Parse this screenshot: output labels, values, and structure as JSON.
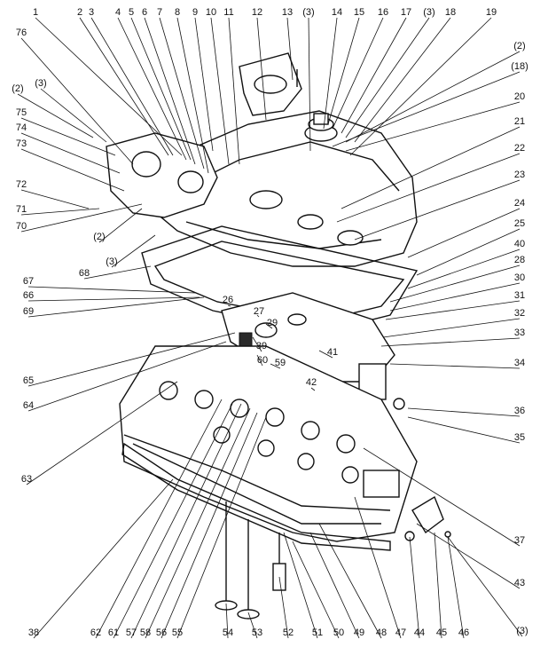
{
  "labels": {
    "top": [
      "1",
      "2",
      "3",
      "4",
      "5",
      "6",
      "7",
      "8",
      "9",
      "10",
      "11",
      "12",
      "13",
      "(3)",
      "14",
      "15",
      "16",
      "17",
      "(3)",
      "18",
      "19"
    ],
    "right": [
      "(2)",
      "(18)",
      "20",
      "21",
      "22",
      "23",
      "24",
      "25",
      "40",
      "28",
      "30",
      "31",
      "32",
      "33",
      "34",
      "36",
      "35",
      "37",
      "43",
      "(3)"
    ],
    "bottom": [
      "38",
      "62",
      "61",
      "57",
      "58",
      "56",
      "55",
      "54",
      "53",
      "52",
      "51",
      "50",
      "49",
      "48",
      "47",
      "44",
      "45",
      "46"
    ],
    "left": [
      "76",
      "(2)",
      "(3)",
      "75",
      "74",
      "73",
      "72",
      "71",
      "70",
      "(2)",
      "(3)",
      "67",
      "66",
      "69",
      "65",
      "64",
      "63"
    ],
    "inner": [
      "68",
      "26",
      "27",
      "29",
      "39",
      "60",
      "59",
      "41",
      "42"
    ]
  }
}
